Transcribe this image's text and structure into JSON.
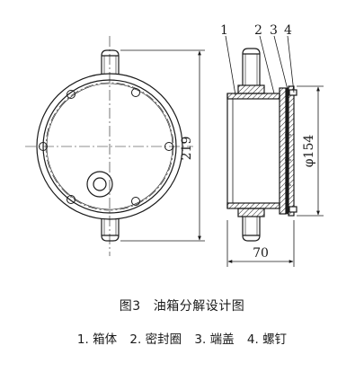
{
  "figure": {
    "number": "图3",
    "title": "油箱分解设计图"
  },
  "callouts": [
    "1",
    "2",
    "3",
    "4"
  ],
  "dimensions": {
    "height": "219",
    "diameter": "φ154",
    "width": "70"
  },
  "legend": [
    {
      "num": "1.",
      "label": "箱体"
    },
    {
      "num": "2.",
      "label": "密封圈"
    },
    {
      "num": "3.",
      "label": "端盖"
    },
    {
      "num": "4.",
      "label": "螺钉"
    }
  ],
  "colors": {
    "ink": "#1a1a1a",
    "background": "#ffffff"
  }
}
